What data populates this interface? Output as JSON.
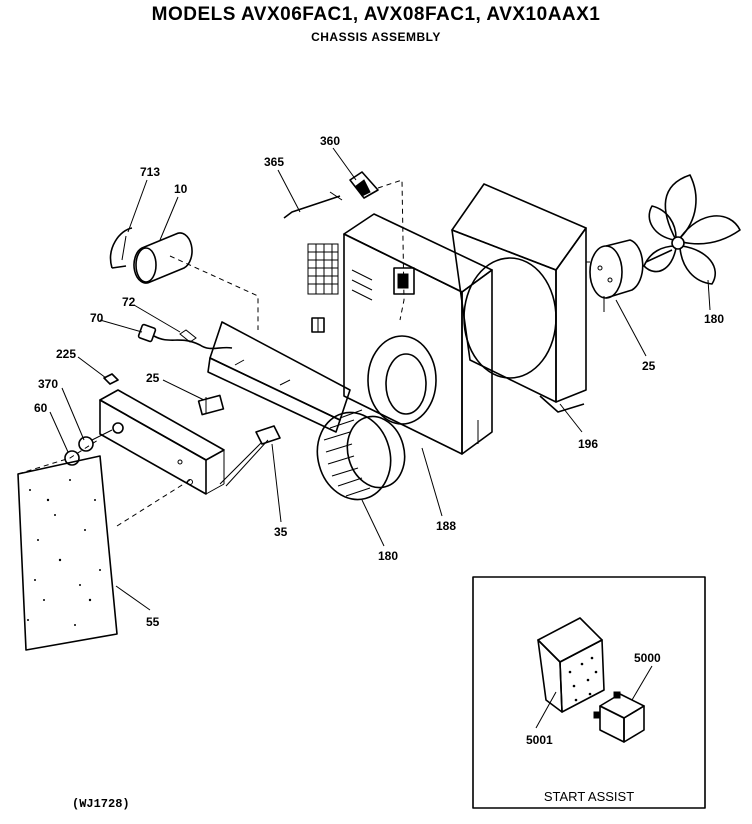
{
  "header": {
    "title": "MODELS AVX06FAC1, AVX08FAC1, AVX10AAX1",
    "subtitle": "CHASSIS ASSEMBLY"
  },
  "callouts": {
    "p713": "713",
    "p10": "10",
    "p365": "365",
    "p360": "360",
    "p72": "72",
    "p70": "70",
    "p225": "225",
    "p25a": "25",
    "p370": "370",
    "p60": "60",
    "p35": "35",
    "p55": "55",
    "p180a": "180",
    "p188": "188",
    "p196": "196",
    "p25b": "25",
    "p180b": "180",
    "p5000": "5000",
    "p5001": "5001"
  },
  "inset": {
    "caption": "START ASSIST"
  },
  "footer": {
    "drawing_code": "(WJ1728)"
  }
}
